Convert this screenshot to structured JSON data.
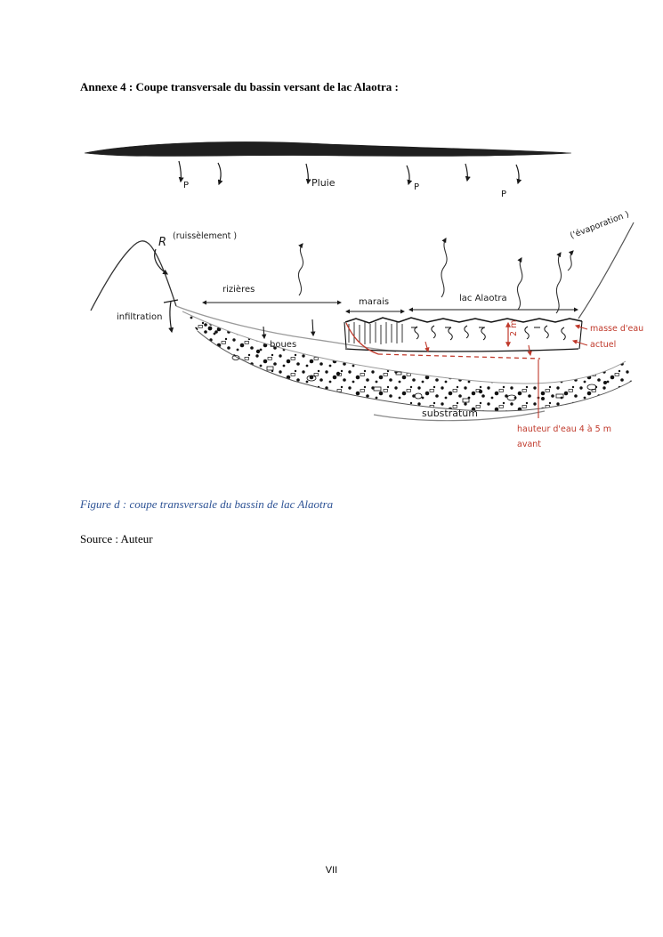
{
  "page": {
    "heading": "Annexe 4 : Coupe transversale du bassin versant de lac Alaotra :",
    "caption": "Figure d : coupe transversale du bassin de lac Alaotra",
    "source": "Source : Auteur",
    "page_number": "VII"
  },
  "diagram": {
    "labels": {
      "pluie": "Pluie",
      "p": "P",
      "r": "R",
      "ruissellement": "(ruissèlement )",
      "infiltration": "infiltration",
      "rizieres": "rizières",
      "marais": "marais",
      "lac_alaotra": "lac Alaotra",
      "boues": "boues",
      "substratum": "substratum",
      "evaporation": "('évaporation )",
      "masse_eau": "masse d'eau",
      "actuel": "actuel",
      "deux_m": "2 m",
      "hauteur_eau": "hauteur d'eau 4 à 5 m",
      "avant": "avant"
    },
    "colors": {
      "ink": "#1a1a1a",
      "annotation_red": "#c0392b",
      "ground_gray": "#8a8a8a",
      "caption_blue": "#2e5395"
    }
  }
}
